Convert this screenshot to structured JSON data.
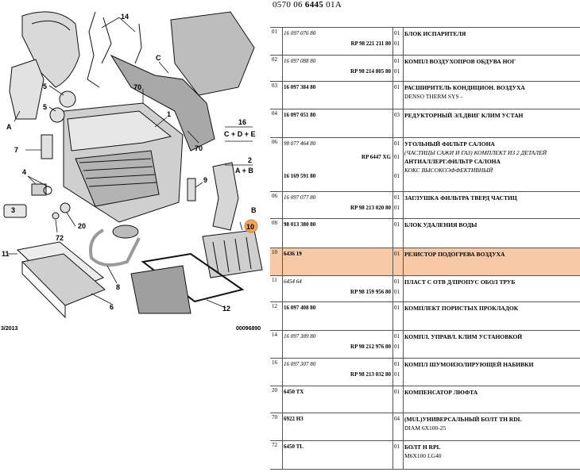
{
  "header": {
    "prefix": "0570 06 ",
    "bold_ref": "6445",
    "suffix": " 01A"
  },
  "diagram": {
    "callouts": [
      "14",
      "C",
      "70",
      "1",
      "16",
      "C + D + E",
      "70",
      "2",
      "A + B",
      "7",
      "A",
      "5",
      "5",
      "4",
      "9",
      "B",
      "10",
      "20",
      "72",
      "3",
      "11",
      "6",
      "8",
      "12"
    ],
    "date": "3/2013",
    "code": "00096890"
  },
  "rows": [
    {
      "item": "01",
      "refs": [
        {
          "t": "16 097 076 80",
          "s": "it"
        },
        {
          "t": "RP 98 221 211 80",
          "s": "rp"
        }
      ],
      "qty": [
        "01",
        "01"
      ],
      "desc": [
        {
          "t": "БЛОК ИСПАРИТЕЛЯ",
          "s": "bd"
        }
      ],
      "h": 35
    },
    {
      "item": "02",
      "refs": [
        {
          "t": "16 097 088 80",
          "s": "it"
        },
        {
          "t": "RP 98 214 805 80",
          "s": "rp"
        }
      ],
      "qty": [
        "01",
        "01"
      ],
      "desc": [
        {
          "t": "КОМПЛ ВОЗДУХОПРОВ ОБДУВА НОГ",
          "s": "bd"
        }
      ],
      "h": 33
    },
    {
      "item": "03",
      "refs": [
        {
          "t": "16 097 384 80",
          "s": "bd"
        }
      ],
      "qty": [
        "01"
      ],
      "desc": [
        {
          "t": "РАСШИРИТЕЛЬ КОНДИЦИОН. ВОЗДУХА",
          "s": "bd"
        },
        {
          "t": "DENSO THERM SYS -",
          "s": "n"
        }
      ],
      "h": 35
    },
    {
      "item": "04",
      "refs": [
        {
          "t": "16 097 051 80",
          "s": "bd"
        }
      ],
      "qty": [
        "03"
      ],
      "desc": [
        {
          "t": "РЕДУКТОРНЫЙ ЭЛ.ДВИГ КЛИМ УСТАН",
          "s": "bd"
        }
      ],
      "h": 36
    },
    {
      "item": "06",
      "refs": [
        {
          "t": "98 077 464 80",
          "s": "it"
        },
        {
          "t": "RP 6447 XG",
          "s": "rp"
        },
        {
          "t": "16 169 591 80",
          "s": "bd"
        }
      ],
      "qty": [
        "01",
        "01",
        "01"
      ],
      "desc": [
        {
          "t": "УГОЛЬНЫЙ ФИЛЬТР САЛОНА",
          "s": "bd"
        },
        {
          "t": "(ЧАСТИЦЫ САЖИ И ГАЗ) КОМПЛЕКТ ИЗ 2 ДЕТАЛЕЙ",
          "s": "it"
        },
        {
          "t": "АНТИАЛЛЕРГ.ФИЛЬТР САЛОНА",
          "s": "bd"
        },
        {
          "t": "КОКС ВЫСОКОЭФФЕКТИВНЫЙ",
          "s": "it"
        }
      ],
      "h": 68
    },
    {
      "item": "06",
      "refs": [
        {
          "t": "16 097 077 80",
          "s": "it"
        },
        {
          "t": "RP 98 213 020 80",
          "s": "rp"
        }
      ],
      "qty": [
        "01",
        "01"
      ],
      "desc": [
        {
          "t": "ЗАГЛУШКА ФИЛЬТРА ТВЕРД ЧАСТИЦ",
          "s": "bd"
        }
      ],
      "h": 34
    },
    {
      "item": "08",
      "refs": [
        {
          "t": "98 013 380 80",
          "s": "bd"
        }
      ],
      "qty": [
        "01"
      ],
      "desc": [
        {
          "t": "БЛОК УДАЛЕНИЯ ВОДЫ",
          "s": "bd"
        }
      ],
      "h": 37
    },
    {
      "item": "10",
      "refs": [
        {
          "t": "6436 19",
          "s": "bd"
        }
      ],
      "qty": [
        "01"
      ],
      "desc": [
        {
          "t": "РЕЗИСТОР ПОДОГРЕВА ВОЗДУХА",
          "s": "bd"
        }
      ],
      "h": 35,
      "highlight": true
    },
    {
      "item": "11",
      "refs": [
        {
          "t": "6454 64",
          "s": "it"
        },
        {
          "t": "RP 98 159 956 80",
          "s": "rp"
        }
      ],
      "qty": [
        "01",
        "01"
      ],
      "desc": [
        {
          "t": "ПЛАСТ С ОТВ Д/ПРОПУС ОБОЛ ТРУБ",
          "s": "bd"
        }
      ],
      "h": 33
    },
    {
      "item": "12",
      "refs": [
        {
          "t": "16 097 408 80",
          "s": "bd"
        }
      ],
      "qty": [
        "01"
      ],
      "desc": [
        {
          "t": "КОМПЛЕКТ ПОРИСТЫХ ПРОКЛАДОК",
          "s": "bd"
        }
      ],
      "h": 36
    },
    {
      "item": "14",
      "refs": [
        {
          "t": "16 097 389 80",
          "s": "it"
        },
        {
          "t": "RP 98 212 976 80",
          "s": "rp"
        }
      ],
      "qty": [
        "01",
        "01"
      ],
      "desc": [
        {
          "t": "КОМПЛ. УПРАВЛ. КЛИМ УСТАНОВКОЙ",
          "s": "bd"
        }
      ],
      "h": 35
    },
    {
      "item": "16",
      "refs": [
        {
          "t": "16 097 307 80",
          "s": "it"
        },
        {
          "t": "RP 98 213 032 80",
          "s": "rp"
        }
      ],
      "qty": [
        "01",
        "01"
      ],
      "desc": [
        {
          "t": "КОМПЛ ШУМОИЗОЛИРУЮЩЕЙ НАБИВКИ",
          "s": "bd"
        }
      ],
      "h": 35
    },
    {
      "item": "20",
      "refs": [
        {
          "t": "6450 TX",
          "s": "bd"
        }
      ],
      "qty": [
        "01"
      ],
      "desc": [
        {
          "t": "КОМПЕНСАТОР ЛЮФТА",
          "s": "bd"
        }
      ],
      "h": 34
    },
    {
      "item": "70",
      "refs": [
        {
          "t": "6922 H3",
          "s": "bd"
        }
      ],
      "qty": [
        "04"
      ],
      "desc": [
        {
          "t": "(MUL)УНИВЕРСАЛЬНЫЙ БОЛТ TH RDL",
          "s": "bd"
        },
        {
          "t": "DIAM 6X100-25",
          "s": "n"
        }
      ],
      "h": 35
    },
    {
      "item": "72",
      "refs": [
        {
          "t": "6450 TL",
          "s": "bd"
        }
      ],
      "qty": [
        "01"
      ],
      "desc": [
        {
          "t": "БОЛТ H RPL",
          "s": "bd"
        },
        {
          "t": "M6X100 LG40",
          "s": "n"
        }
      ],
      "h": 36
    }
  ]
}
